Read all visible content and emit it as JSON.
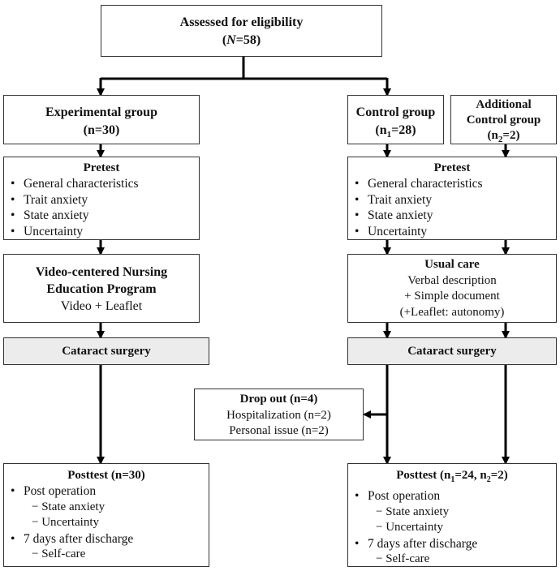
{
  "assessed": {
    "title": "Assessed for eligibility",
    "n_prefix": "(",
    "n_var": "N",
    "n_suffix": "=58)"
  },
  "experimental": {
    "title": "Experimental group",
    "n": "(n=30)"
  },
  "control": {
    "title": "Control group",
    "n_pre": "(n",
    "n_sub": "1",
    "n_post": "=28)"
  },
  "additional": {
    "line1": "Additional",
    "line2": "Control group",
    "n_pre": "(n",
    "n_sub": "2",
    "n_post": "=2)"
  },
  "pretest_left": {
    "title": "Pretest",
    "items": [
      "General characteristics",
      "Trait anxiety",
      "State anxiety",
      "Uncertainty"
    ]
  },
  "pretest_right": {
    "title": "Pretest",
    "items": [
      "General characteristics",
      "Trait anxiety",
      "State anxiety",
      "Uncertainty"
    ]
  },
  "program": {
    "line1": "Video-centered Nursing",
    "line2": "Education Program",
    "line3": "Video + Leaflet"
  },
  "usual_care": {
    "title": "Usual care",
    "line2": "Verbal description",
    "line3": "+ Simple document",
    "line4": "(+Leaflet: autonomy)"
  },
  "surgery_left": {
    "label": "Cataract surgery"
  },
  "surgery_right": {
    "label": "Cataract surgery"
  },
  "dropout": {
    "title": "Drop out (n=4)",
    "line2": "Hospitalization (n=2)",
    "line3": "Personal issue (n=2)"
  },
  "posttest_left": {
    "title": "Posttest (n=30)",
    "item1": "Post operation",
    "sub1": [
      "− State anxiety",
      "− Uncertainty"
    ],
    "item2": "7 days after discharge",
    "sub2": [
      "− Self-care"
    ]
  },
  "posttest_right": {
    "title_pre": "Posttest (n",
    "sub_a": "1",
    "title_mid": "=24, n",
    "sub_b": "2",
    "title_post": "=2)",
    "item1": "Post operation",
    "sub1": [
      "− State anxiety",
      "− Uncertainty"
    ],
    "item2": "7 days after discharge",
    "sub2": [
      "− Self-care"
    ]
  },
  "bullet_glyph": "•",
  "colors": {
    "line": "#000000",
    "border": "#333333",
    "surgery_fill": "#ececec"
  }
}
